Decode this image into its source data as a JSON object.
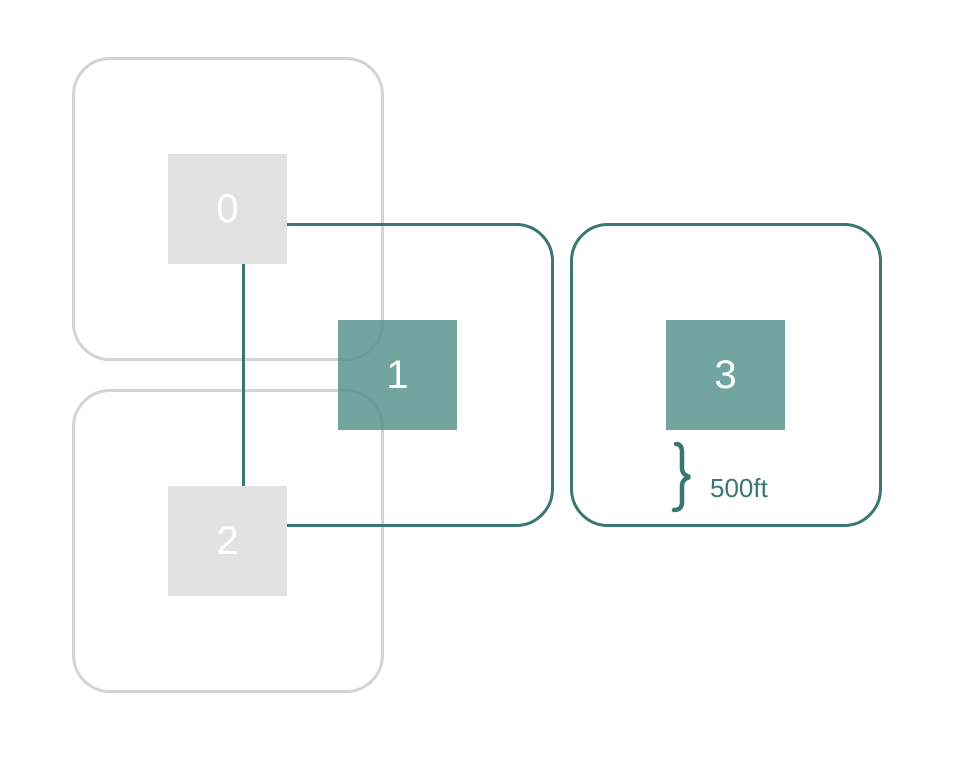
{
  "nodes": [
    {
      "label": "0",
      "state": "inactive"
    },
    {
      "label": "1",
      "state": "active"
    },
    {
      "label": "2",
      "state": "inactive"
    },
    {
      "label": "3",
      "state": "active"
    }
  ],
  "distance_label": "500ft",
  "colors": {
    "active_border": "#3a7772",
    "active_node": "#72a39f",
    "inactive_border": "#d4d4d4",
    "inactive_node": "#e2e2e2",
    "node_text": "#ffffff"
  }
}
